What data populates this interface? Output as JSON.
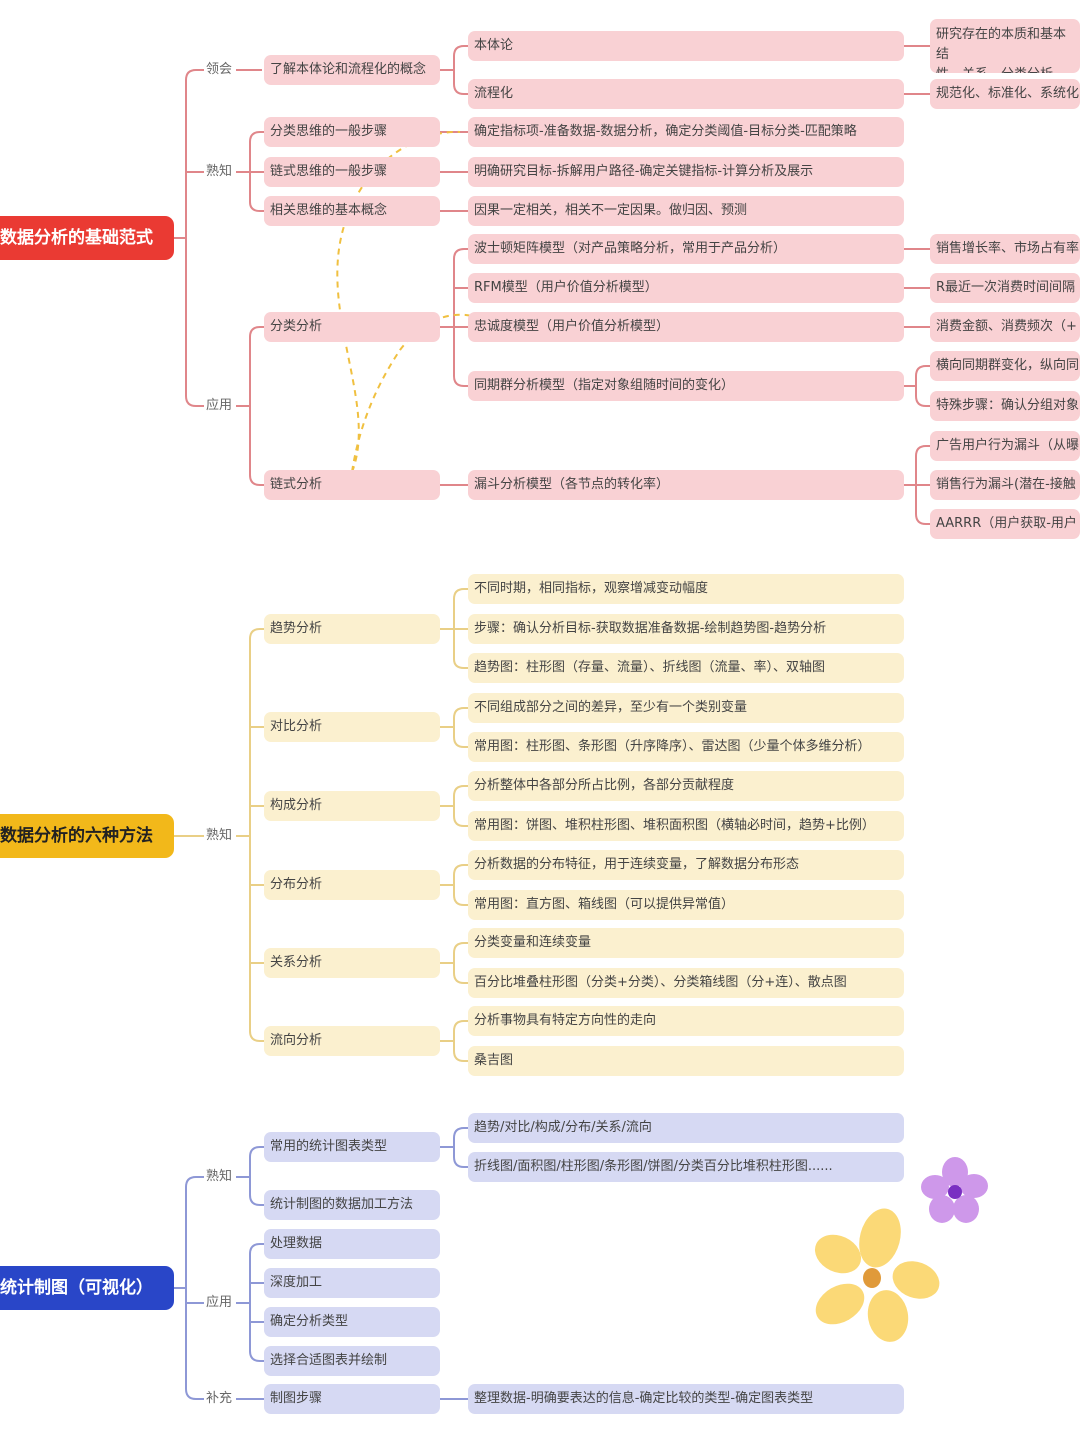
{
  "colors": {
    "section1_accent": "#ea3a33",
    "section2_accent": "#f2b81a",
    "section3_accent": "#2946c8",
    "section1_line": "#e0868a",
    "section2_line": "#e9cf86",
    "section3_line": "#8e98d6",
    "node_pink": "#f9d1d4",
    "node_yellow": "#fbf0cf",
    "node_blue": "#d6d9f3",
    "dashed_arrow": "#f0c040"
  },
  "s1": {
    "root": "数据分析的基础范式",
    "tag_understand": "领会",
    "tag_know": "熟知",
    "tag_apply": "应用",
    "n_concept": "了解本体论和流程化的概念",
    "n_ontology": "本体论",
    "n_process": "流程化",
    "r_ontology_1": "研究存在的本质和基本结",
    "r_ontology_2": "性、关系。分类分析、构",
    "r_process": "规范化、标准化、系统化",
    "n_classify_steps": "分类思维的一般步骤",
    "n_chain_steps": "链式思维的一般步骤",
    "n_corr_concept": "相关思维的基本概念",
    "d_classify_steps": "确定指标项-准备数据-数据分析，确定分类阈值-目标分类-匹配策略",
    "d_chain_steps": "明确研究目标-拆解用户路径-确定关键指标-计算分析及展示",
    "d_corr_concept": "因果一定相关，相关不一定因果。做归因、预测",
    "n_classify_analysis": "分类分析",
    "n_chain_analysis": "链式分析",
    "m_boston": "波士顿矩阵模型（对产品策略分析，常用于产品分析）",
    "m_rfm": "RFM模型（用户价值分析模型）",
    "m_loyalty": "忠诚度模型（用户价值分析模型）",
    "m_cohort": "同期群分析模型（指定对象组随时间的变化）",
    "m_funnel": "漏斗分析模型（各节点的转化率）",
    "r_boston": "销售增长率、市场占有率",
    "r_rfm": "R最近一次消费时间间隔",
    "r_loyalty": "消费金额、消费频次（+",
    "r_cohort_1": "横向同期群变化，纵向同",
    "r_cohort_2": "特殊步骤：确认分组对象",
    "r_funnel_1": "广告用户行为漏斗（从曝",
    "r_funnel_2": "销售行为漏斗(潜在-接触",
    "r_funnel_3": "AARRR（用户获取-用户"
  },
  "s2": {
    "root": "数据分析的六种方法",
    "tag_know": "熟知",
    "m_trend": "趋势分析",
    "m_compare": "对比分析",
    "m_compose": "构成分析",
    "m_distribute": "分布分析",
    "m_relation": "关系分析",
    "m_flow": "流向分析",
    "d_trend_1": "不同时期，相同指标，观察增减变动幅度",
    "d_trend_2": "步骤：确认分析目标-获取数据准备数据-绘制趋势图-趋势分析",
    "d_trend_3": "趋势图：柱形图（存量、流量）、折线图（流量、率）、双轴图",
    "d_compare_1": "不同组成部分之间的差异，至少有一个类别变量",
    "d_compare_2": "常用图：柱形图、条形图（升序降序）、雷达图（少量个体多维分析）",
    "d_compose_1": "分析整体中各部分所占比例，各部分贡献程度",
    "d_compose_2": "常用图：饼图、堆积柱形图、堆积面积图（横轴必时间，趋势+比例）",
    "d_distribute_1": "分析数据的分布特征，用于连续变量，了解数据分布形态",
    "d_distribute_2": "常用图：直方图、箱线图（可以提供异常值）",
    "d_relation_1": "分类变量和连续变量",
    "d_relation_2": "百分比堆叠柱形图（分类+分类）、分类箱线图（分+连）、散点图",
    "d_flow_1": "分析事物具有特定方向性的走向",
    "d_flow_2": "桑吉图"
  },
  "s3": {
    "root": "统计制图（可视化）",
    "tag_know": "熟知",
    "tag_apply": "应用",
    "tag_extra": "补充",
    "n_chart_types": "常用的统计图表类型",
    "n_process_method": "统计制图的数据加工方法",
    "d_chart_types_1": "趋势/对比/构成/分布/关系/流向",
    "d_chart_types_2": "折线图/面积图/柱形图/条形图/饼图/分类百分比堆积柱形图......",
    "a_process_data": "处理数据",
    "a_deep": "深度加工",
    "a_type": "确定分析类型",
    "a_choose": "选择合适图表并绘制",
    "n_steps": "制图步骤",
    "d_steps": "整理数据-明确要表达的信息-确定比较的类型-确定图表类型"
  },
  "decor": {
    "flower_purple_icon": "purple-flower-icon",
    "flower_yellow_icon": "yellow-flower-icon"
  }
}
